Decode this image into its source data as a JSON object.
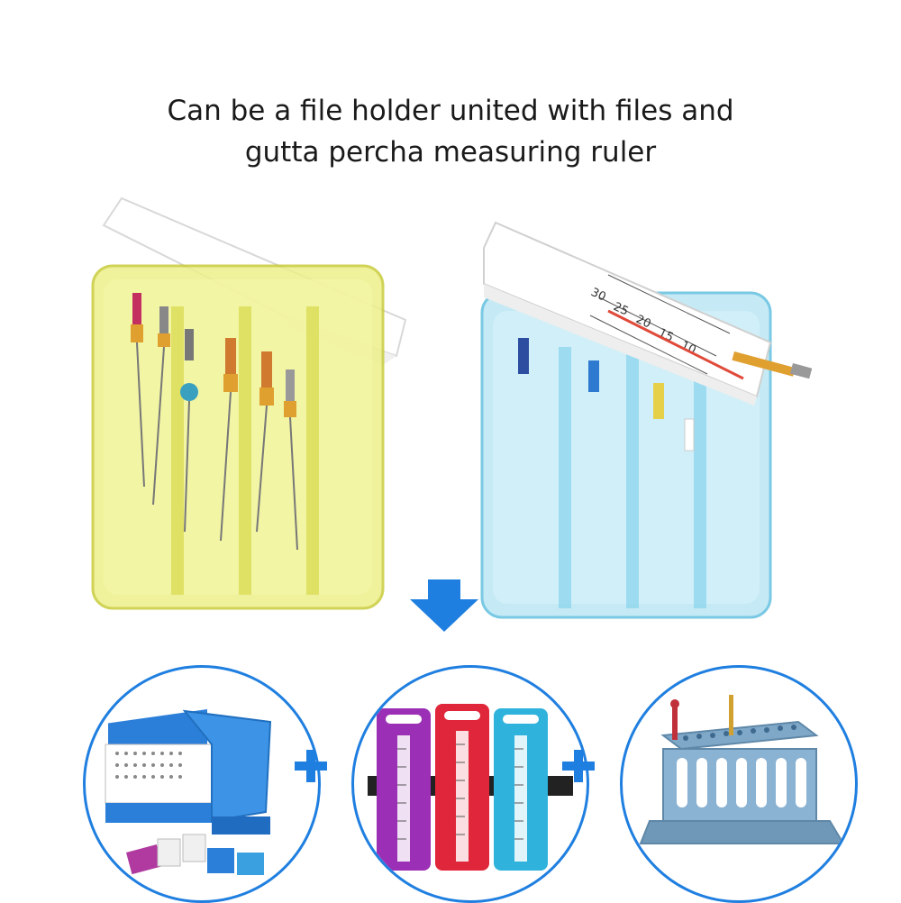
{
  "headline": {
    "line1": "Can be a file holder united with files and",
    "line2": "gutta percha measuring ruler"
  },
  "colors": {
    "accent_blue": "#1f7fe0",
    "yellow_case": "#e6e85a",
    "blue_case": "#8fd6ee",
    "ruler_purple": "#9b2fb5",
    "ruler_red": "#e0263a",
    "ruler_cyan": "#2fb2dc"
  },
  "ruler": {
    "scale_labels": [
      "30",
      "25",
      "20",
      "15",
      "10"
    ]
  },
  "icons": {
    "arrow": "down-arrow-icon",
    "plus": "plus-icon"
  }
}
